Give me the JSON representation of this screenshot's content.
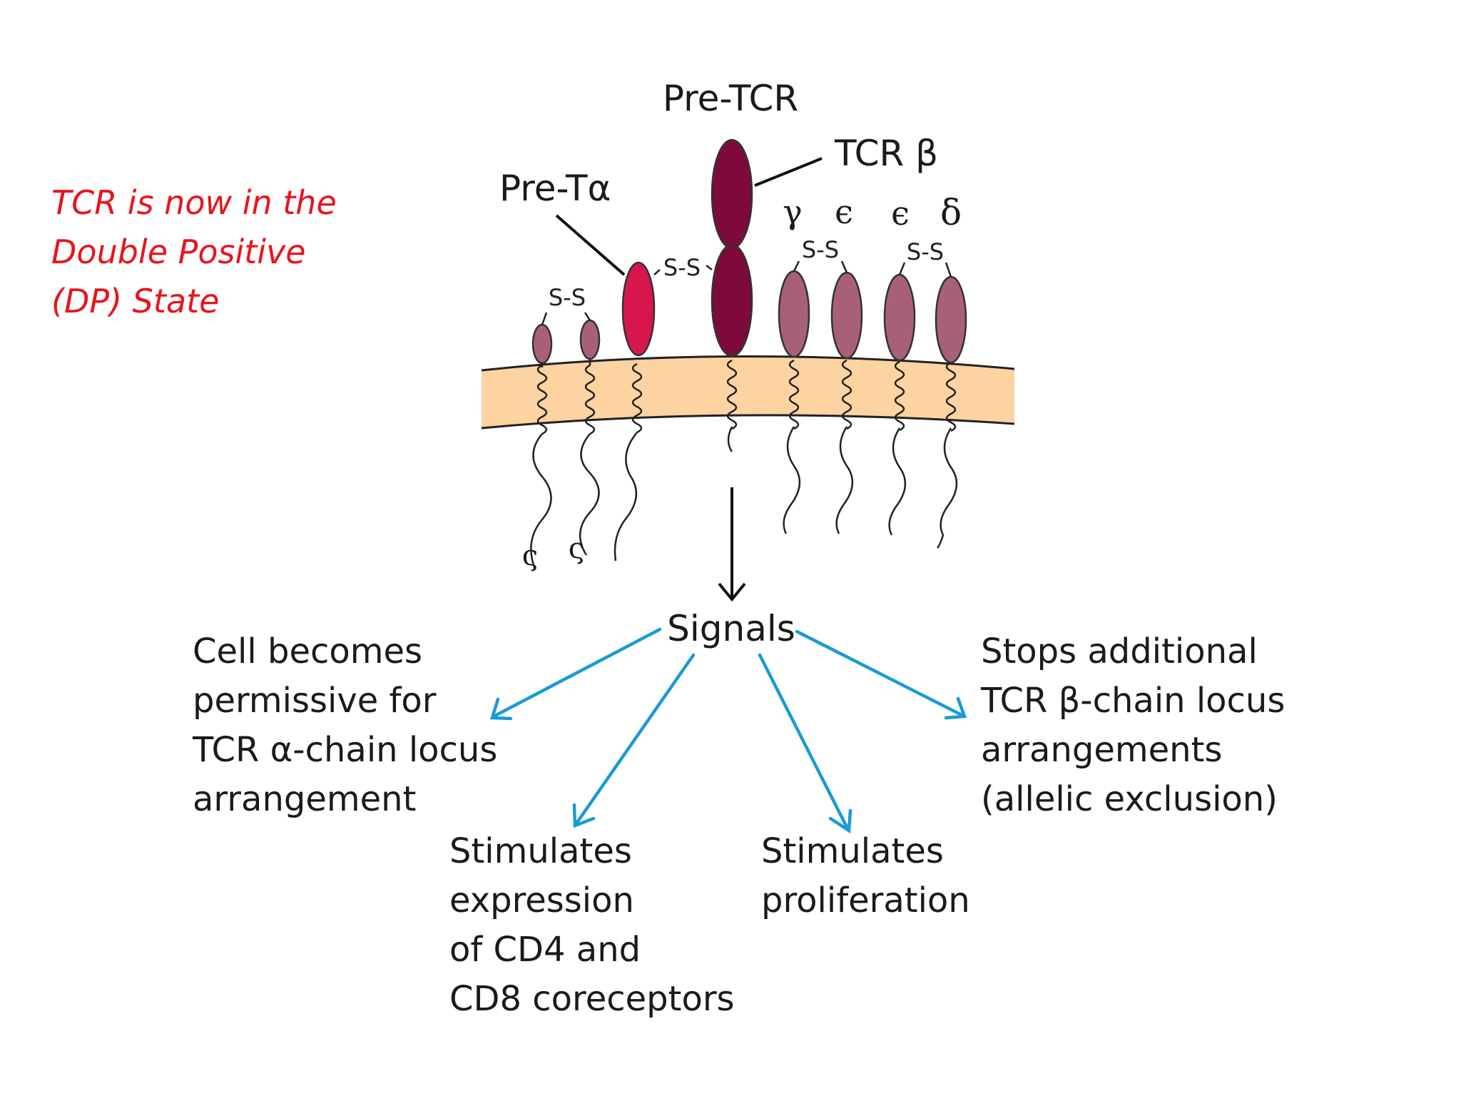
{
  "note": {
    "lines": [
      "TCR is now in the",
      "Double Positive",
      "(DP) State"
    ],
    "color": "#e8141b"
  },
  "labels": {
    "pre_tcr": "Pre-TCR",
    "tcr_beta": "TCR β",
    "pre_t_alpha": "Pre-Tα",
    "greek": [
      "γ",
      "ϵ",
      "ϵ",
      "δ"
    ],
    "disulfide": "S-S",
    "zeta": [
      "ς",
      "ς"
    ]
  },
  "signals": "Signals",
  "outcomes": {
    "left": [
      "Cell becomes",
      "permissive for",
      "TCR α-chain locus",
      "arrangement"
    ],
    "mid_left": [
      "Stimulates",
      "expression",
      "of CD4 and",
      "CD8 coreceptors"
    ],
    "mid_right": [
      "Stimulates",
      "proliferation"
    ],
    "right": [
      "Stops additional",
      "TCR β-chain locus",
      "arrangements",
      "(allelic exclusion)"
    ]
  },
  "colors": {
    "membrane": "#fcd3a1",
    "pre_t_alpha": "#d8164e",
    "tcr_beta": "#7e0a3c",
    "cd3": "#a8607a",
    "signal_arrow": "#1a9ad6"
  }
}
